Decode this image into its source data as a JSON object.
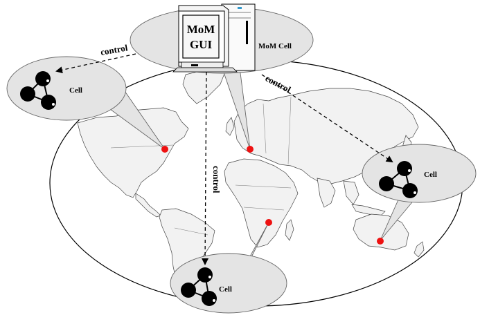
{
  "diagram": {
    "gui_label_line1": "MoM",
    "gui_label_line2": "GUI",
    "mom_cell_label": "MoM Cell",
    "cells": [
      {
        "id": "cell-north-america",
        "label": "Cell"
      },
      {
        "id": "cell-australia",
        "label": "Cell"
      },
      {
        "id": "cell-africa",
        "label": "Cell"
      }
    ],
    "control_labels": [
      "control",
      "control",
      "control"
    ],
    "colors": {
      "site_marker": "#ee1111",
      "bubble_fill": "#e4e4e4",
      "land_fill": "#f2f2f2"
    }
  }
}
